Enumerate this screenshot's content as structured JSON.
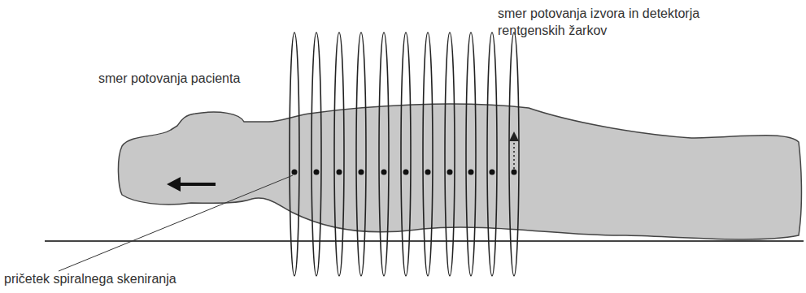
{
  "diagram": {
    "labels": [
      "smer potovanja izvora in detektorja rentgenskih žarkov",
      "smer potovanja pacienta",
      "pričetek spiralnega skeniranja"
    ]
  }
}
